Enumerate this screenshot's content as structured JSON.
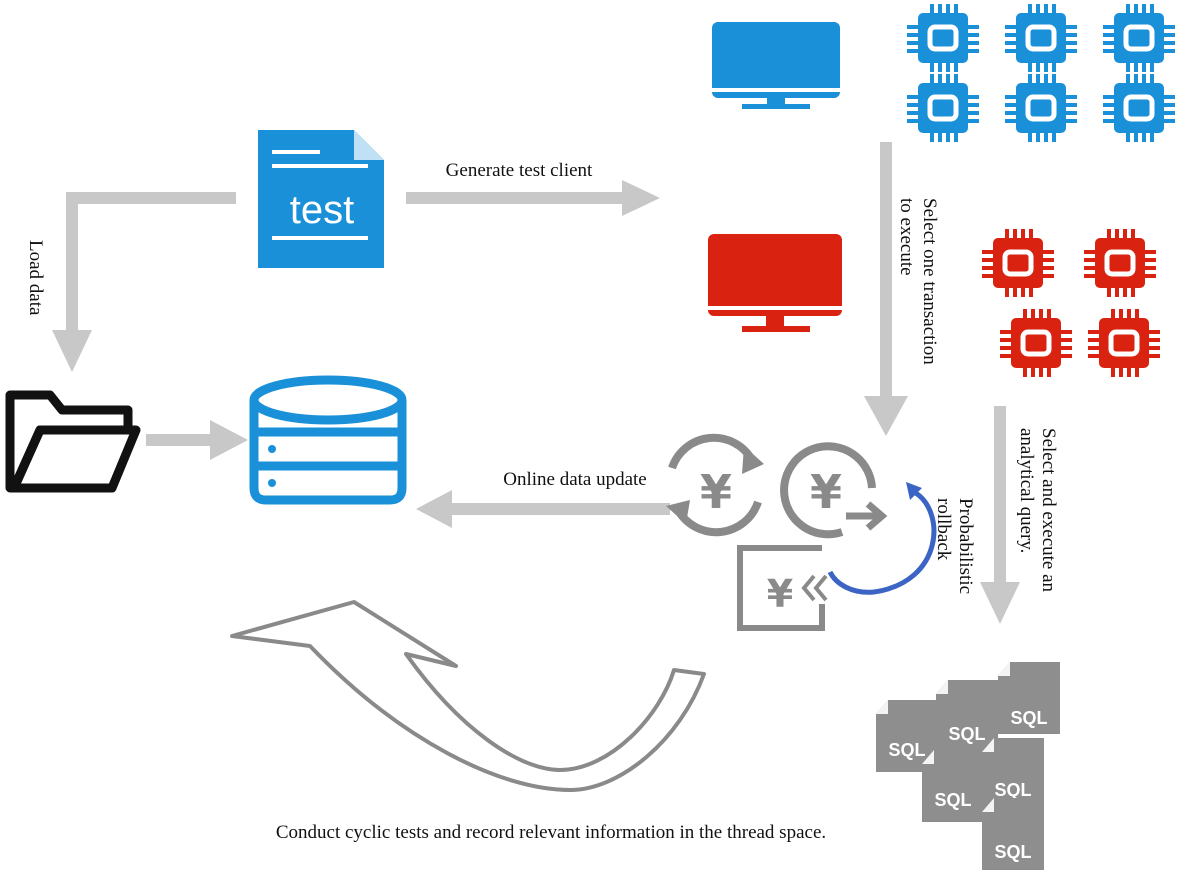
{
  "labels": {
    "generate_test_client": "Generate test client",
    "load_data": "Load data",
    "select_transaction_line1": "Select one transaction",
    "select_transaction_line2": "to execute",
    "select_query_line1": "Select and execute an",
    "select_query_line2": "analytical query.",
    "probabilistic_line1": "Probabilistic",
    "probabilistic_line2": "rollback",
    "online_data_update": "Online data update",
    "cyclic_tests": "Conduct cyclic tests and record relevant information in the thread space."
  },
  "icons": {
    "test_file_text": "test",
    "sql_text": "SQL",
    "yen_symbol": "¥"
  },
  "colors": {
    "blue": "#1a90d8",
    "red": "#d9220f",
    "arrow_gray": "#c8c8c8",
    "icon_gray": "#8a8a8a",
    "sql_gray": "#8e8e8e",
    "rollback_blue": "#3b64c4",
    "black": "#111111"
  }
}
